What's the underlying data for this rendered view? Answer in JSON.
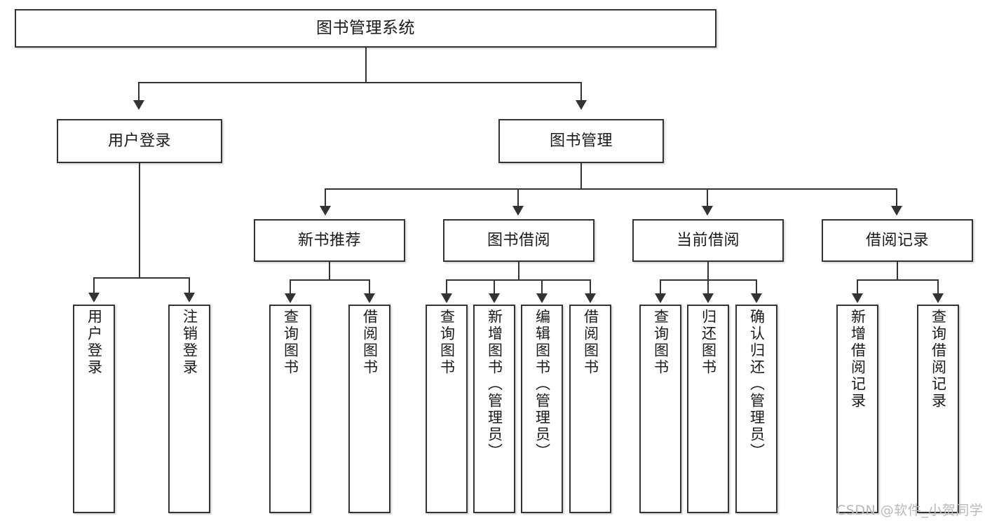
{
  "diagram": {
    "title": "图书管理系统",
    "type": "tree",
    "root": {
      "label": "图书管理系统"
    },
    "level2": [
      {
        "label": "用户登录"
      },
      {
        "label": "图书管理"
      }
    ],
    "level3": [
      {
        "label": "新书推荐"
      },
      {
        "label": "图书借阅"
      },
      {
        "label": "当前借阅"
      },
      {
        "label": "借阅记录"
      }
    ],
    "leaves": {
      "user_login": [
        {
          "label": "用户登录"
        },
        {
          "label": "注销登录"
        }
      ],
      "new_book_recommend": [
        {
          "label": "查询图书"
        },
        {
          "label": "借阅图书"
        }
      ],
      "book_borrow": [
        {
          "label": "查询图书"
        },
        {
          "label": "新增图书（管理员）"
        },
        {
          "label": "编辑图书（管理员）"
        },
        {
          "label": "借阅图书"
        }
      ],
      "current_borrow": [
        {
          "label": "查询图书"
        },
        {
          "label": "归还图书"
        },
        {
          "label": "确认归还（管理员）"
        }
      ],
      "borrow_record": [
        {
          "label": "新增借阅记录"
        },
        {
          "label": "查询借阅记录"
        }
      ]
    }
  },
  "watermark": {
    "text": "CSDN @软件_小贺同学"
  },
  "colors": {
    "stroke": "#333333",
    "text": "#1a1a1a",
    "background": "#ffffff",
    "watermark": "#b9b9b9"
  }
}
